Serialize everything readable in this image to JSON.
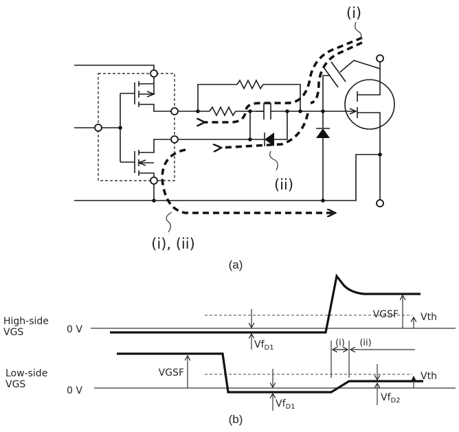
{
  "figure": {
    "panel_a": {
      "caption": "(a)",
      "path_labels": {
        "path_i_top": "(i)",
        "path_ii": "(ii)",
        "path_i_ii_bottom": "(i), (ii)"
      }
    },
    "panel_b": {
      "caption": "(b)",
      "high_side": {
        "label_line1": "High-side",
        "label_line2": "VGS",
        "zero_label": "0 V",
        "vgsf_label": "VGSF",
        "vth_label": "Vth",
        "vf_label": "Vf",
        "vf_sub": "D1"
      },
      "low_side": {
        "label_line1": "Low-side",
        "label_line2": "VGS",
        "zero_label": "0 V",
        "vgsf_label": "VGSF",
        "vth_label": "Vth",
        "vf1_label": "Vf",
        "vf1_sub": "D1",
        "vf2_label": "Vf",
        "vf2_sub": "D2"
      },
      "intervals": {
        "i": "(i)",
        "ii": "(ii)"
      }
    }
  }
}
